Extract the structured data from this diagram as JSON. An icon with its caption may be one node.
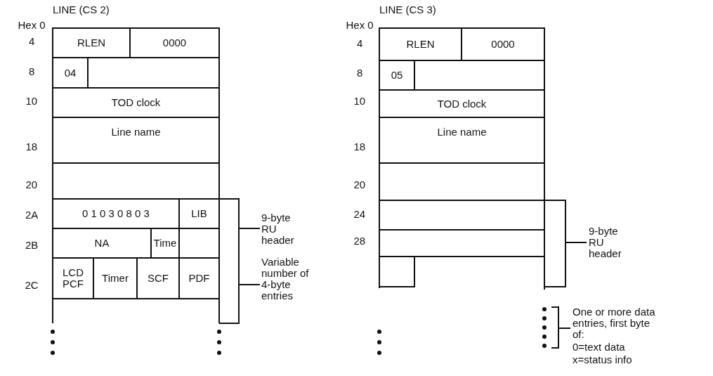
{
  "diagram": {
    "nodes": [
      {
        "text": [
          "RLEN"
        ]
      },
      {
        "text": [
          "0000"
        ]
      },
      {
        "text": [
          "04"
        ]
      },
      {
        "text": [],
        "shape": "box"
      },
      {
        "text": [
          "TOD clock"
        ]
      },
      {
        "text": [
          "Line name"
        ]
      },
      {
        "text": [],
        "shape": "box"
      },
      {
        "text": [
          "0 1 0 3 0 8 0 3"
        ]
      },
      {
        "text": [
          "LIB"
        ]
      },
      {
        "text": [
          "NA"
        ]
      },
      {
        "text": [
          "Time"
        ]
      },
      {
        "text": [],
        "shape": "box"
      },
      {
        "text": [
          "LCD PCF"
        ]
      },
      {
        "text": [
          "Timer"
        ]
      },
      {
        "text": [
          "SCF"
        ]
      },
      {
        "text": [
          "PDF"
        ]
      },
      {
        "text": [
          "RLEN"
        ]
      },
      {
        "text": [
          "0000"
        ]
      },
      {
        "text": [
          "05"
        ]
      },
      {
        "text": [],
        "shape": "box"
      },
      {
        "text": [
          "TOD clock"
        ]
      },
      {
        "text": [
          "Line name"
        ]
      },
      {
        "text": [],
        "shape": "box"
      },
      {
        "text": [],
        "shape": "box"
      },
      {
        "text": [],
        "shape": "box"
      },
      {
        "text": [],
        "shape": "box"
      }
    ],
    "edges": [],
    "labels": [
      "LINE (CS 2)",
      "Hex 0",
      "4",
      "8",
      "10",
      "18",
      "20",
      "2A",
      "2B",
      "2C",
      "9-byte RU header",
      "Variable number of 4-byte entries",
      "LINE (CS 3)",
      "Hex 0",
      "4",
      "8",
      "10",
      "18",
      "20",
      "24",
      "28",
      "9-byte RU header",
      "One or more data entries, first byte of:",
      "0=text data",
      "x=status info"
    ]
  }
}
